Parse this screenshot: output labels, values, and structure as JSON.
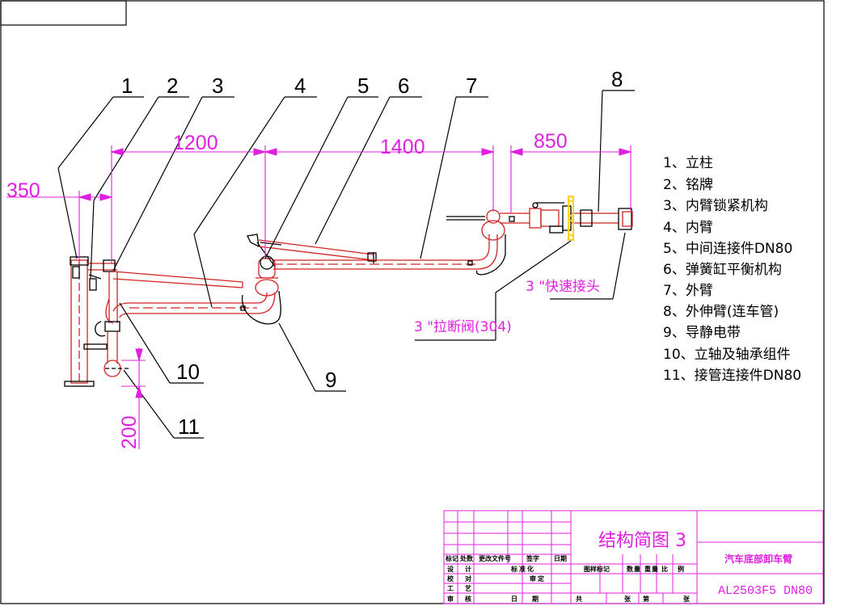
{
  "leader_numbers": [
    "1",
    "2",
    "3",
    "4",
    "5",
    "6",
    "7",
    "8",
    "9",
    "10",
    "11"
  ],
  "dimensions": {
    "d350": "350",
    "d1200": "1200",
    "d1400": "1400",
    "d850": "850",
    "d200": "200"
  },
  "annotations": {
    "quick_coupling": "3 \"快速接头",
    "breakaway_valve": "3 \"拉断阀(304)"
  },
  "legend": [
    "1、立柱",
    "2、铭牌",
    "3、内臂锁紧机构",
    "4、内臂",
    "5、中间连接件DN80",
    "6、弹簧缸平衡机构",
    "7、外臂",
    "8、外伸臂(连车管)",
    "9、导静电带",
    "10、立轴及轴承组件",
    "11、接管连接件DN80"
  ],
  "title_block": {
    "drawing_title": "结构简图 3",
    "product_name": "汽车底部卸车臂",
    "drawing_code": "AL2503F5 DN80",
    "small_labels": [
      "标记",
      "处数",
      "更改文件号",
      "签字",
      "日期",
      "设",
      "计",
      "标",
      "准",
      "化",
      "图样标记",
      "数",
      "量",
      "重",
      "量",
      "比",
      "例",
      "校",
      "对",
      "审",
      "定",
      "工",
      "艺",
      "审",
      "核",
      "日",
      "期",
      "共",
      "张",
      "第",
      "张"
    ]
  },
  "colors": {
    "line": "#000000",
    "pipe": "#d22222",
    "dimension": "#e020e0",
    "coupling": "#ffd21e"
  }
}
